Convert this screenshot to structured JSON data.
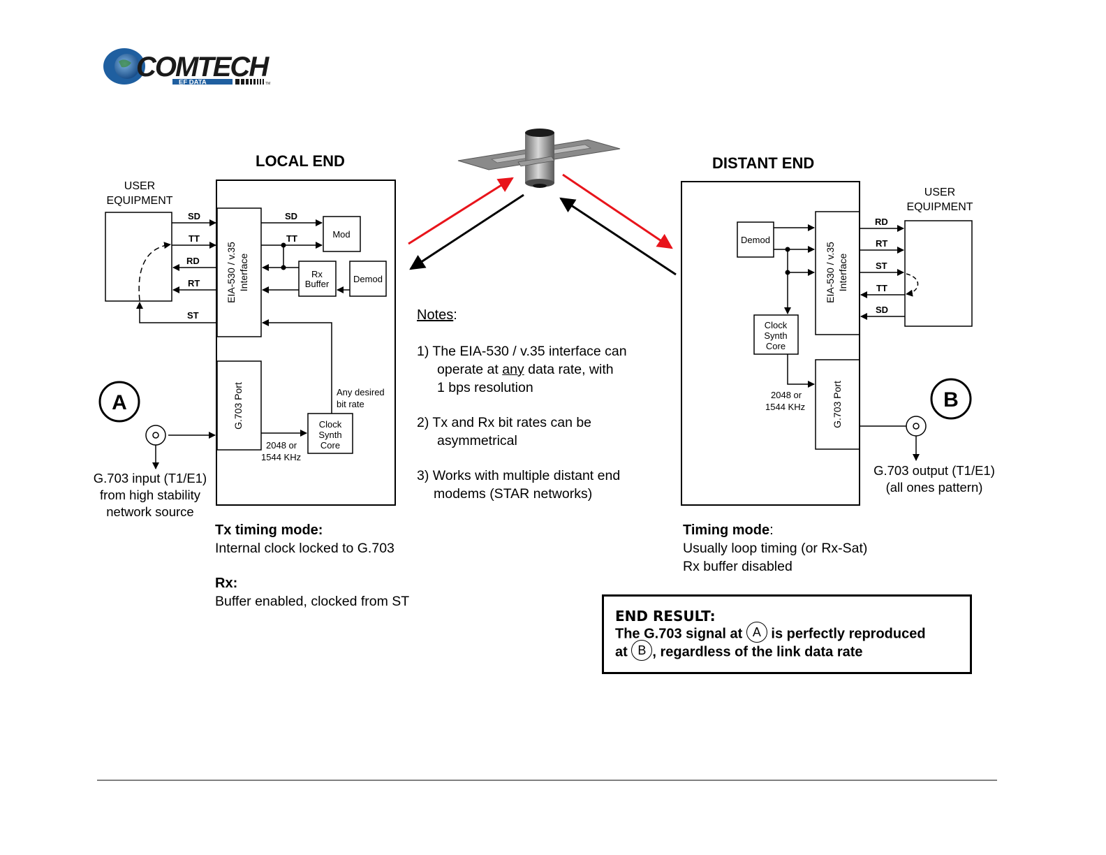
{
  "logo": {
    "name": "COMTECH",
    "sub": "EF DATA",
    "tm": "TM"
  },
  "local": {
    "title": "LOCAL END",
    "user_equipment": [
      "USER",
      "EQUIPMENT"
    ],
    "signals": {
      "sd": "SD",
      "tt": "TT",
      "rd": "RD",
      "rt": "RT",
      "st": "ST"
    },
    "interface": [
      "EIA-530 / v.35",
      "Interface"
    ],
    "mod": "Mod",
    "rx_buffer": [
      "Rx",
      "Buffer"
    ],
    "demod": "Demod",
    "g703_port": "G.703 Port",
    "clock": [
      "Clock",
      "Synth",
      "Core"
    ],
    "freq": [
      "2048 or",
      "1544 KHz"
    ],
    "any_rate": [
      "Any desired",
      "bit rate"
    ],
    "marker": "A",
    "input_caption": [
      "G.703 input (T1/E1)",
      "from high stability",
      "network source"
    ],
    "timing_head": "Tx timing mode:",
    "timing_text": "Internal clock locked to G.703",
    "rx_head": "Rx:",
    "rx_text": "Buffer enabled, clocked from ST"
  },
  "distant": {
    "title": "DISTANT END",
    "user_equipment": [
      "USER",
      "EQUIPMENT"
    ],
    "signals": {
      "rd": "RD",
      "rt": "RT",
      "st": "ST",
      "tt": "TT",
      "sd": "SD"
    },
    "demod": "Demod",
    "interface": [
      "EIA-530 / v.35",
      "Interface"
    ],
    "clock": [
      "Clock",
      "Synth",
      "Core"
    ],
    "freq": [
      "2048 or",
      "1544 KHz"
    ],
    "g703_port": "G.703 Port",
    "marker": "B",
    "output_caption": [
      "G.703 output (T1/E1)",
      "(all ones pattern)"
    ],
    "timing_head": "Timing mode",
    "timing_colon": ":",
    "timing_lines": [
      "Usually loop timing (or Rx-Sat)",
      "Rx buffer disabled"
    ]
  },
  "notes": {
    "title": "Notes",
    "title_colon": ":",
    "n1": {
      "l1": "1) The EIA-530 / v.35 interface can",
      "l2_pre": "operate at ",
      "l2_u": "any",
      "l2_post": " data rate, with",
      "l3": "1 bps resolution"
    },
    "n2": [
      "2) Tx and Rx bit rates can be",
      "asymmetrical"
    ],
    "n3": [
      "3) Works with multiple distant end",
      "modems (STAR networks)"
    ]
  },
  "result": {
    "title": "END RESULT:",
    "l1_pre": "The G.703 signal at ",
    "marker_a": "A",
    "l1_post": " is perfectly reproduced",
    "l2_pre": "at ",
    "marker_b": "B",
    "l2_post": ", regardless of the link data rate"
  },
  "colors": {
    "uplink": "#e8141b",
    "line": "#000000",
    "panel": "#888888"
  }
}
